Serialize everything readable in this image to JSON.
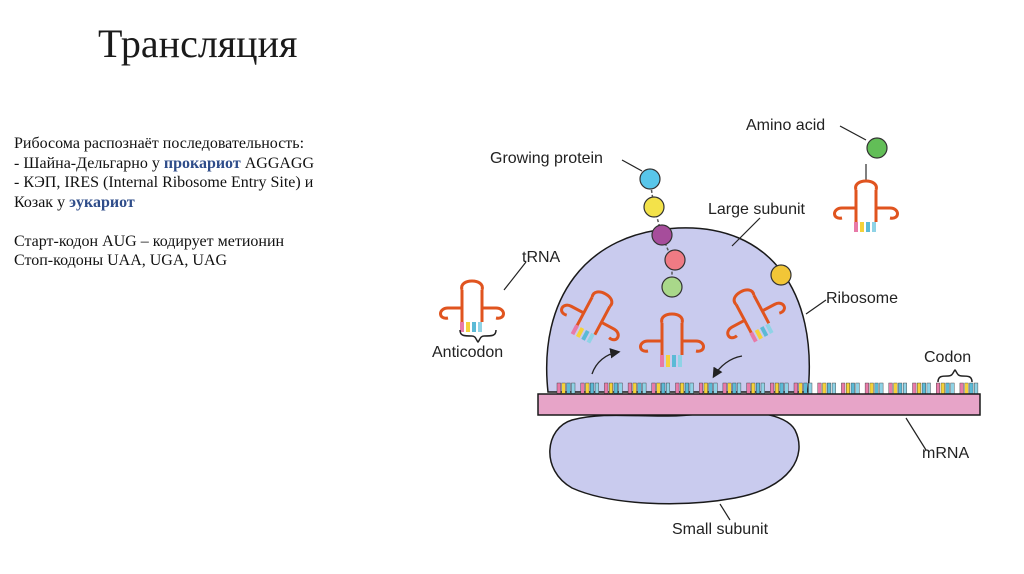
{
  "slide": {
    "title": "Трансляция"
  },
  "text": {
    "line1": "Рибосома распознаёт последовательность:",
    "line2_pre": "- Шайна-Дельгарно у ",
    "line2_hl": "прокариот",
    "line2_post": " AGGAGG",
    "line3": "- КЭП, IRES (Internal Ribosome Entry Site) и",
    "line4_pre": "Козак у ",
    "line4_hl": "эукариот",
    "line5": "Старт-кодон AUG – кодирует метионин",
    "line6": "Стоп-кодоны UAA, UGA, UAG"
  },
  "diagram": {
    "labels": {
      "amino_acid": "Amino acid",
      "growing_protein": "Growing protein",
      "large_subunit": "Large subunit",
      "trna": "tRNA",
      "ribosome": "Ribosome",
      "anticodon": "Anticodon",
      "codon": "Codon",
      "mrna": "mRNA",
      "small_subunit": "Small subunit"
    },
    "colors": {
      "ribosome_fill": "#c9cbee",
      "mrna_fill": "#e7a4c8",
      "trna_stroke": "#e0541f",
      "highlight_text": "#2f4d8a",
      "base_colors": [
        "#e87aa8",
        "#f5d23a",
        "#5bbad6",
        "#8fd3e6"
      ],
      "amino_colors": [
        "#58c6ea",
        "#f3e24a",
        "#a64d9b",
        "#ef7b84",
        "#a9d88a",
        "#f2c637",
        "#62be57"
      ]
    }
  }
}
